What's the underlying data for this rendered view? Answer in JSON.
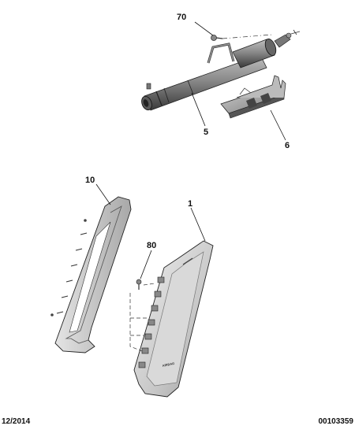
{
  "callouts": {
    "c70": "70",
    "c5": "5",
    "c6": "6",
    "c10": "10",
    "c1": "1",
    "c80": "80"
  },
  "part_marking": "AIRBAG",
  "footer": {
    "date": "12/2014",
    "reference": "00103359"
  }
}
